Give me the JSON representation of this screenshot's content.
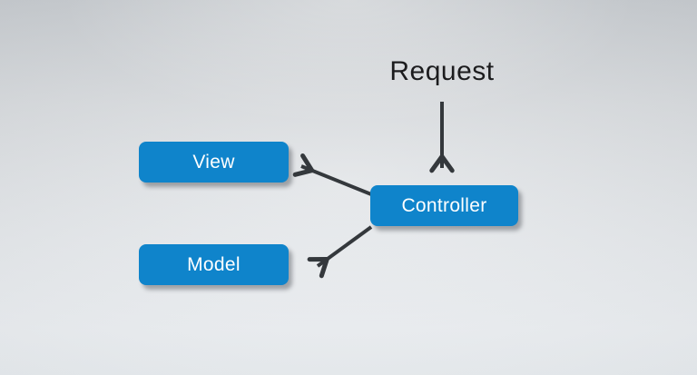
{
  "diagram": {
    "request_label": "Request",
    "nodes": [
      {
        "id": "view",
        "label": "View"
      },
      {
        "id": "controller",
        "label": "Controller"
      },
      {
        "id": "model",
        "label": "Model"
      }
    ],
    "edges": [
      {
        "from": "request",
        "to": "controller"
      },
      {
        "from": "controller",
        "to": "view"
      },
      {
        "from": "controller",
        "to": "model"
      }
    ],
    "colors": {
      "node_fill": "#0f84cb",
      "node_text": "#ffffff",
      "arrow": "#34383c",
      "request_text": "#1c1c1e",
      "background_top": "#c9cdd1",
      "background_bottom": "#eef1f4"
    }
  }
}
